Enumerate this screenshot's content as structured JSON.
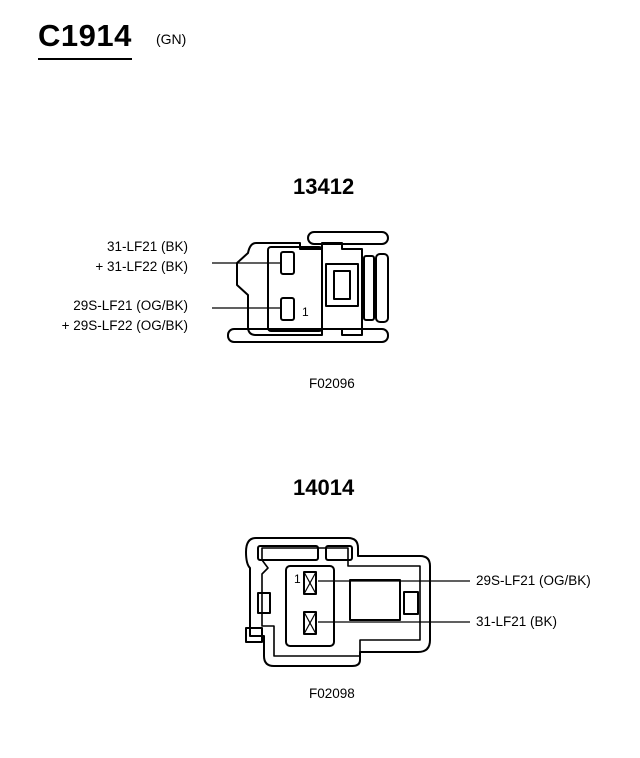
{
  "header": {
    "connector_id": "C1914",
    "color_code": "(GN)"
  },
  "connectors": [
    {
      "part_number": "13412",
      "figure_code": "F02096",
      "pin_label": "1",
      "wires": [
        {
          "line1": "31-LF21 (BK)",
          "line2": "+ 31-LF22 (BK)"
        },
        {
          "line1": "29S-LF21 (OG/BK)",
          "line2": "+ 29S-LF22 (OG/BK)"
        }
      ]
    },
    {
      "part_number": "14014",
      "figure_code": "F02098",
      "pin_label": "1",
      "wires": [
        {
          "line1": "29S-LF21 (OG/BK)"
        },
        {
          "line1": "31-LF21 (BK)"
        }
      ]
    }
  ]
}
